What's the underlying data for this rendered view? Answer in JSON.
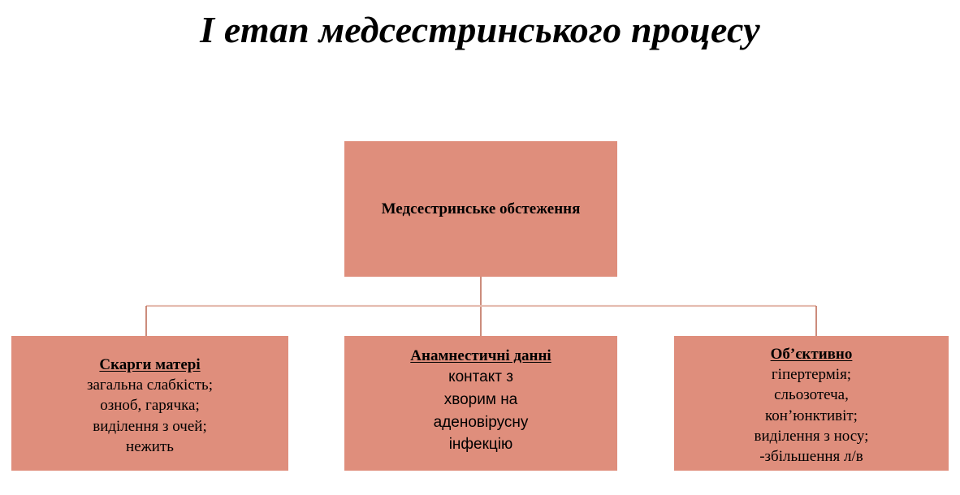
{
  "slide": {
    "title": "І етап медсестринського процесу",
    "accent_fill": "#DF8E7C",
    "connector_vertical_color": "#C0705C",
    "connector_horizontal_color": "#E5BCB0",
    "text_color": "#000000",
    "background": "#FFFFFF"
  },
  "diagram": {
    "type": "organization-chart",
    "root": {
      "label": "Медсестринське обстеження"
    },
    "children": [
      {
        "heading": "Скарги матері",
        "body": "загальна слабкість;\nозноб, гарячка;\nвиділення з очей;\nнежить",
        "body_font": "serif"
      },
      {
        "heading": "Анамнестичні данні",
        "body": "контакт з\nхворим на\nаденовірусну\nінфекцію",
        "body_font": "sans"
      },
      {
        "heading": "Об’єктивно",
        "body": "гіпертермія;\nсльозотеча,\nкон’юнктивіт;\nвиділення з носу;\n-збільшення л/в",
        "body_font": "serif"
      }
    ]
  }
}
